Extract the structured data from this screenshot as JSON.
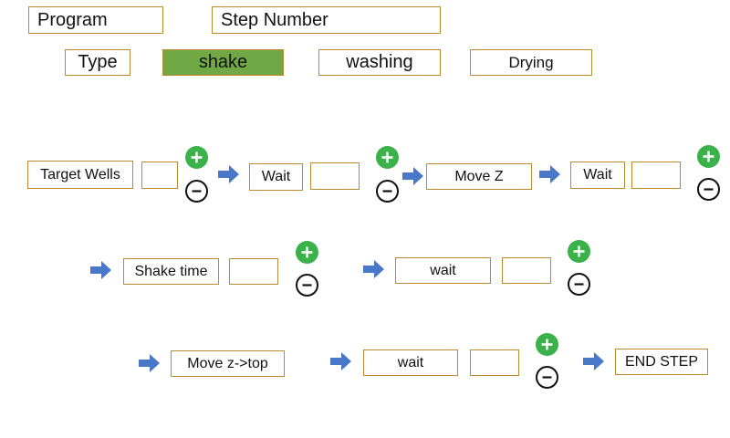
{
  "header": {
    "program_label": "Program",
    "step_number_label": "Step Number"
  },
  "types": {
    "type_label": "Type",
    "options": [
      "shake",
      "washing",
      "Drying"
    ],
    "selected": "shake"
  },
  "steps": {
    "row1": [
      "Target Wells",
      "Wait",
      "Move Z",
      "Wait"
    ],
    "row2": [
      "Shake time",
      "wait"
    ],
    "row3": [
      "Move z->top",
      "wait",
      "END STEP"
    ]
  },
  "colors": {
    "selected_fill": "#70a845",
    "box_border": "#b98a2e",
    "arrow": "#4a78c8",
    "plus": "#3bb14a"
  },
  "icons": [
    "arrow-right-icon",
    "plus-circle-icon",
    "minus-circle-icon"
  ]
}
